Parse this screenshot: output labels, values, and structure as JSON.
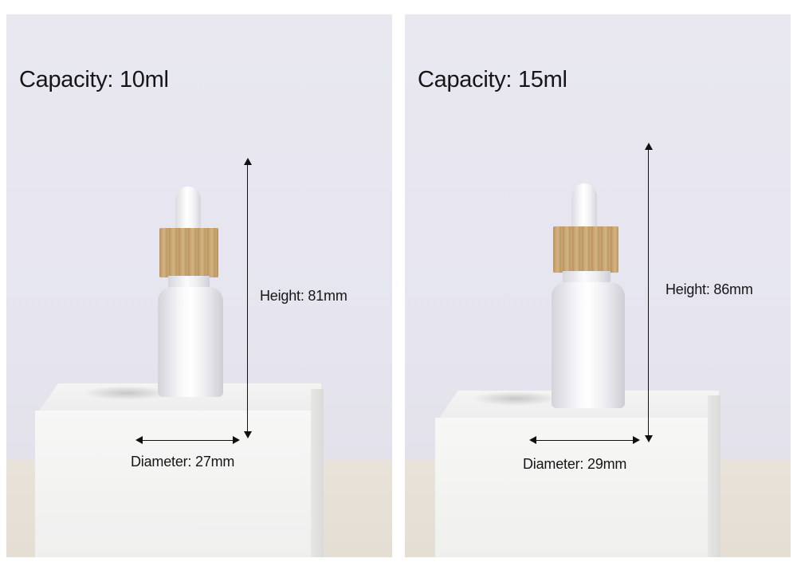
{
  "panels": [
    {
      "capacity": "Capacity: 10ml",
      "height": "Height: 81mm",
      "diameter": "Diameter: 27mm"
    },
    {
      "capacity": "Capacity: 15ml",
      "height": "Height: 86mm",
      "diameter": "Diameter: 29mm"
    }
  ],
  "colors": {
    "background": "#e8e7f0",
    "bottle": "#f7f7fa",
    "cap_wood": "#c9a672",
    "text": "#161616"
  }
}
